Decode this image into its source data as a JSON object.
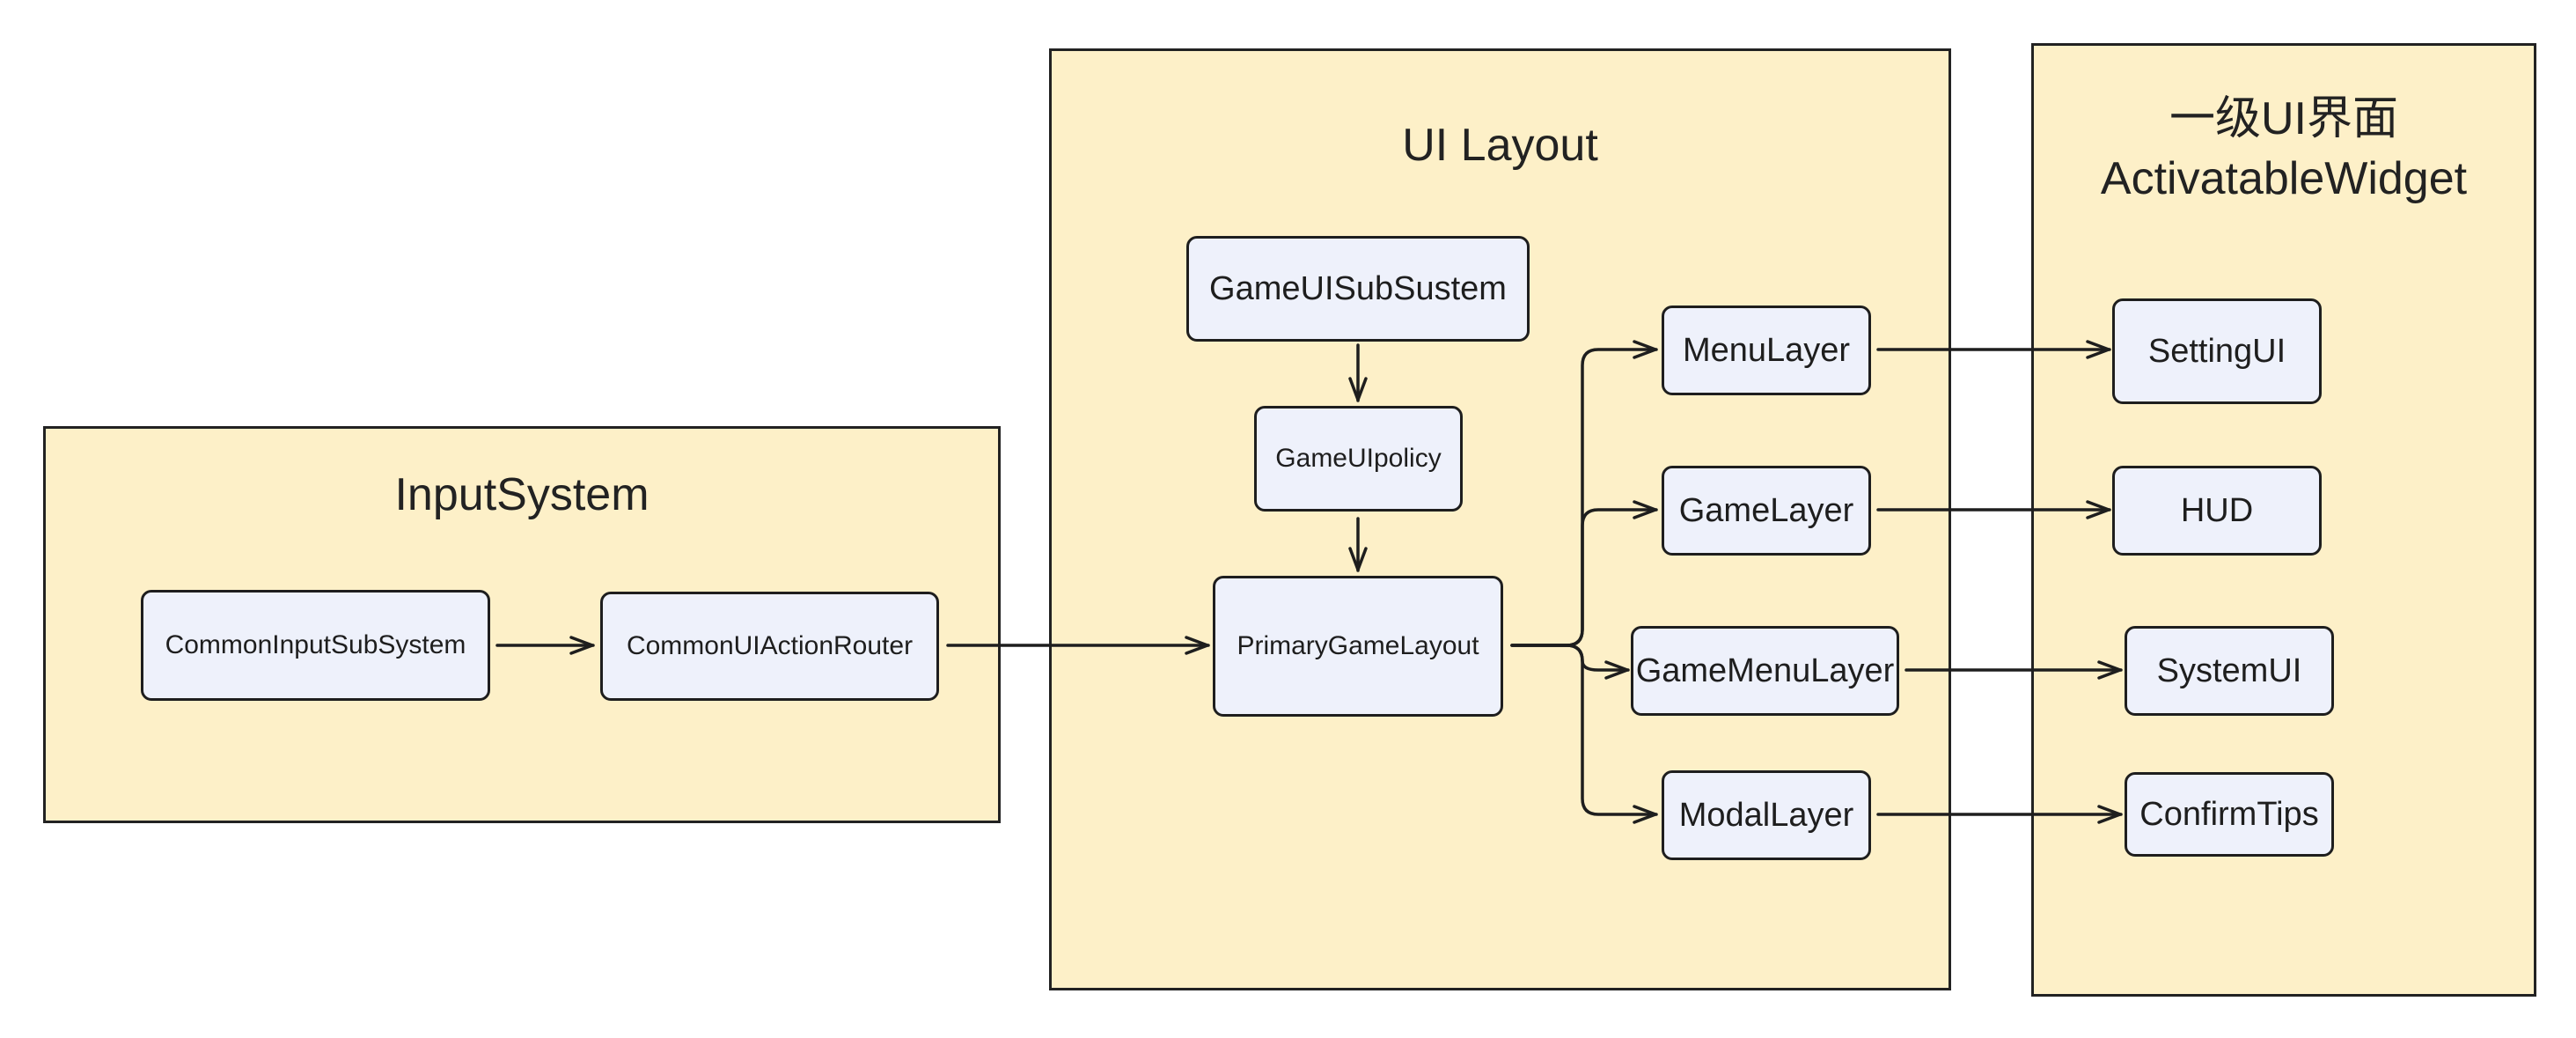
{
  "groups": {
    "input_system": {
      "title": "InputSystem"
    },
    "ui_layout": {
      "title": "UI Layout"
    },
    "activatable": {
      "title_line1": "一级UI界面",
      "title_line2": "ActivatableWidget"
    }
  },
  "nodes": {
    "common_input_subsystem": "CommonInputSubSystem",
    "common_ui_action_router": "CommonUIActionRouter",
    "game_ui_subsystem": "GameUISubSustem",
    "game_ui_policy": "GameUIpolicy",
    "primary_game_layout": "PrimaryGameLayout",
    "menu_layer": "MenuLayer",
    "game_layer": "GameLayer",
    "game_menu_layer": "GameMenuLayer",
    "modal_layer": "ModalLayer",
    "setting_ui": "SettingUI",
    "hud": "HUD",
    "system_ui": "SystemUI",
    "confirm_tips": "ConfirmTips"
  },
  "edges": [
    {
      "from": "CommonInputSubSystem",
      "to": "CommonUIActionRouter"
    },
    {
      "from": "CommonUIActionRouter",
      "to": "PrimaryGameLayout"
    },
    {
      "from": "GameUISubSustem",
      "to": "GameUIpolicy"
    },
    {
      "from": "GameUIpolicy",
      "to": "PrimaryGameLayout"
    },
    {
      "from": "PrimaryGameLayout",
      "to": "MenuLayer"
    },
    {
      "from": "PrimaryGameLayout",
      "to": "GameLayer"
    },
    {
      "from": "PrimaryGameLayout",
      "to": "GameMenuLayer"
    },
    {
      "from": "PrimaryGameLayout",
      "to": "ModalLayer"
    },
    {
      "from": "MenuLayer",
      "to": "SettingUI"
    },
    {
      "from": "GameLayer",
      "to": "HUD"
    },
    {
      "from": "GameMenuLayer",
      "to": "SystemUI"
    },
    {
      "from": "ModalLayer",
      "to": "ConfirmTips"
    }
  ],
  "colors": {
    "group_fill": "#fdf0c8",
    "node_fill": "#eef1fb",
    "stroke": "#1e1e1e"
  }
}
